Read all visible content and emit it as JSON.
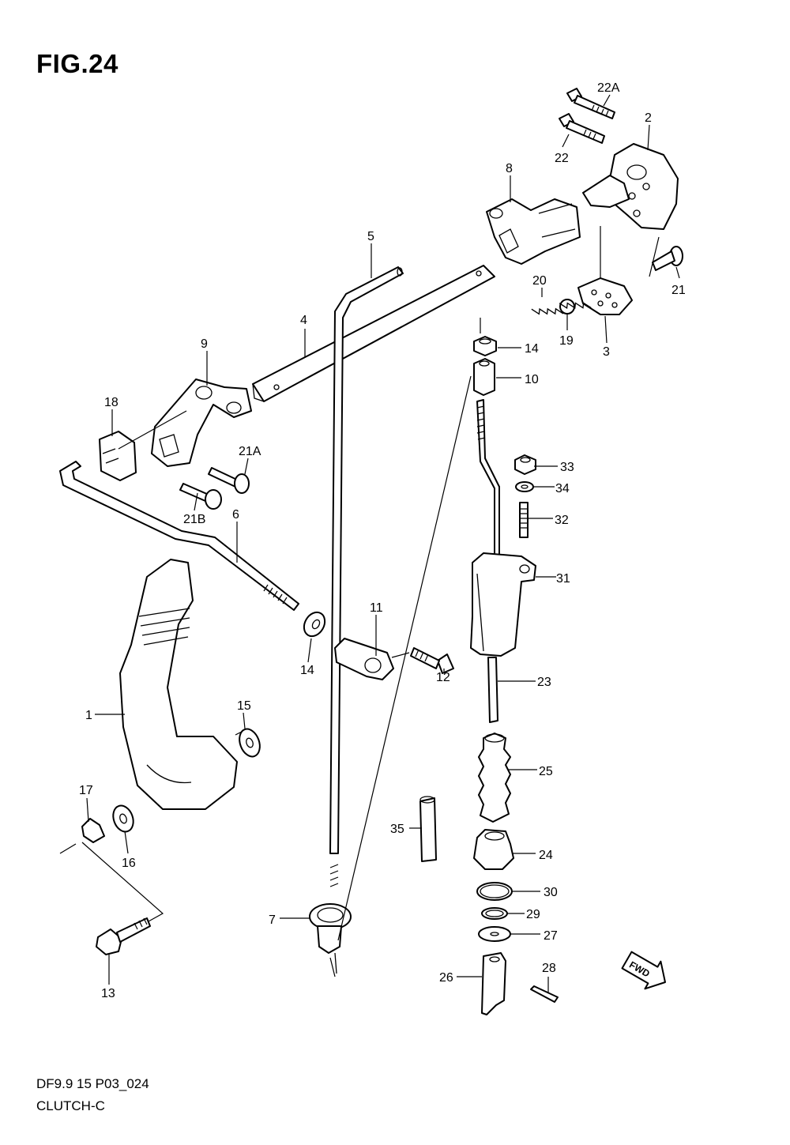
{
  "figure": {
    "title": "FIG.24",
    "code": "DF9.9 15 P03_024",
    "name": "CLUTCH-C"
  },
  "callouts": [
    {
      "id": "lbl-22A",
      "text": "22A"
    },
    {
      "id": "lbl-2",
      "text": "2"
    },
    {
      "id": "lbl-22",
      "text": "22"
    },
    {
      "id": "lbl-8",
      "text": "8"
    },
    {
      "id": "lbl-21-top",
      "text": "21"
    },
    {
      "id": "lbl-5",
      "text": "5"
    },
    {
      "id": "lbl-20",
      "text": "20"
    },
    {
      "id": "lbl-19",
      "text": "19"
    },
    {
      "id": "lbl-3",
      "text": "3"
    },
    {
      "id": "lbl-4",
      "text": "4"
    },
    {
      "id": "lbl-14-top",
      "text": "14"
    },
    {
      "id": "lbl-10",
      "text": "10"
    },
    {
      "id": "lbl-9",
      "text": "9"
    },
    {
      "id": "lbl-18",
      "text": "18"
    },
    {
      "id": "lbl-21A",
      "text": "21A"
    },
    {
      "id": "lbl-33",
      "text": "33"
    },
    {
      "id": "lbl-34",
      "text": "34"
    },
    {
      "id": "lbl-21B",
      "text": "21B"
    },
    {
      "id": "lbl-6",
      "text": "6"
    },
    {
      "id": "lbl-32",
      "text": "32"
    },
    {
      "id": "lbl-31",
      "text": "31"
    },
    {
      "id": "lbl-11",
      "text": "11"
    },
    {
      "id": "lbl-14-mid",
      "text": "14"
    },
    {
      "id": "lbl-12",
      "text": "12"
    },
    {
      "id": "lbl-23",
      "text": "23"
    },
    {
      "id": "lbl-1",
      "text": "1"
    },
    {
      "id": "lbl-15",
      "text": "15"
    },
    {
      "id": "lbl-25",
      "text": "25"
    },
    {
      "id": "lbl-17",
      "text": "17"
    },
    {
      "id": "lbl-16",
      "text": "16"
    },
    {
      "id": "lbl-35",
      "text": "35"
    },
    {
      "id": "lbl-24",
      "text": "24"
    },
    {
      "id": "lbl-30",
      "text": "30"
    },
    {
      "id": "lbl-7",
      "text": "7"
    },
    {
      "id": "lbl-29",
      "text": "29"
    },
    {
      "id": "lbl-27",
      "text": "27"
    },
    {
      "id": "lbl-28",
      "text": "28"
    },
    {
      "id": "lbl-26",
      "text": "26"
    },
    {
      "id": "lbl-13",
      "text": "13"
    }
  ],
  "direction_marker": {
    "text": "FWD"
  }
}
